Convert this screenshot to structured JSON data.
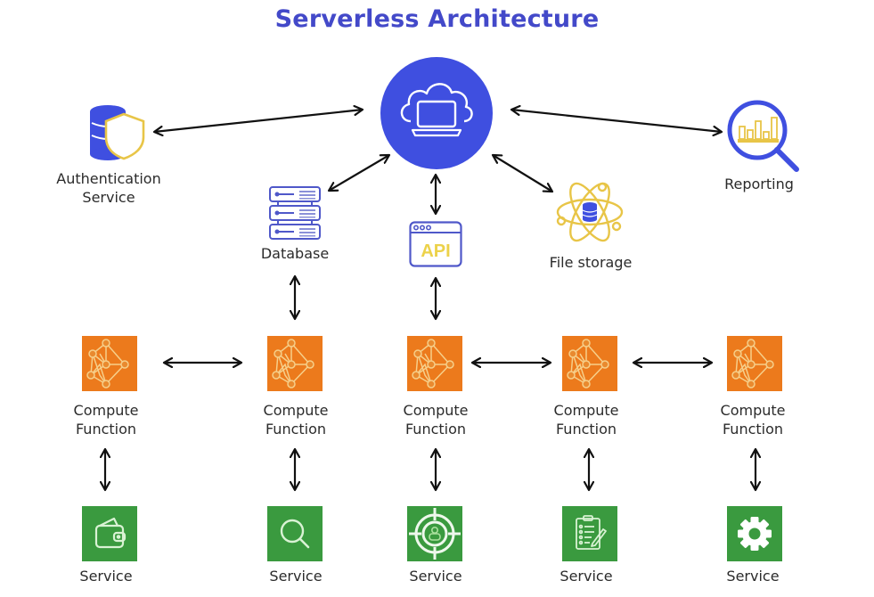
{
  "title": "Serverless Architecture",
  "colors": {
    "title": "#4349c9",
    "hub": "#3f4fe0",
    "compute": "#ec7a1c",
    "service": "#3a9a3f",
    "accent_yellow": "#f0d44a",
    "arrow": "#111111"
  },
  "hub": {
    "icon": "cloud-laptop-icon"
  },
  "top_nodes": [
    {
      "id": "auth",
      "label_line1": "Authentication",
      "label_line2": "Service",
      "icon": "database-shield-icon"
    },
    {
      "id": "reporting",
      "label": "Reporting",
      "icon": "magnifier-chart-icon"
    },
    {
      "id": "database",
      "label": "Database",
      "icon": "server-rack-icon"
    },
    {
      "id": "api",
      "label": "API",
      "icon": "api-window-icon"
    },
    {
      "id": "file_storage",
      "label": "File storage",
      "icon": "atom-database-icon"
    }
  ],
  "compute_functions": [
    {
      "label_line1": "Compute",
      "label_line2": "Function",
      "icon": "network-graph-icon"
    },
    {
      "label_line1": "Compute",
      "label_line2": "Function",
      "icon": "network-graph-icon"
    },
    {
      "label_line1": "Compute",
      "label_line2": "Function",
      "icon": "network-graph-icon"
    },
    {
      "label_line1": "Compute",
      "label_line2": "Function",
      "icon": "network-graph-icon"
    },
    {
      "label_line1": "Compute",
      "label_line2": "Function",
      "icon": "network-graph-icon"
    }
  ],
  "services": [
    {
      "label": "Service",
      "icon": "wallet-icon"
    },
    {
      "label": "Service",
      "icon": "search-icon"
    },
    {
      "label": "Service",
      "icon": "target-user-icon"
    },
    {
      "label": "Service",
      "icon": "clipboard-pen-icon"
    },
    {
      "label": "Service",
      "icon": "gear-icon"
    }
  ],
  "connections": [
    "hub<->authentication-service",
    "hub<->reporting",
    "hub<->database",
    "hub<->api",
    "hub<->file-storage",
    "database<->compute-function-2",
    "api<->compute-function-3",
    "compute-function-1<->compute-function-2",
    "compute-function-3<->compute-function-4",
    "compute-function-4<->compute-function-5",
    "compute-function-1<->service-1",
    "compute-function-2<->service-2",
    "compute-function-3<->service-3",
    "compute-function-4<->service-4",
    "compute-function-5<->service-5"
  ]
}
